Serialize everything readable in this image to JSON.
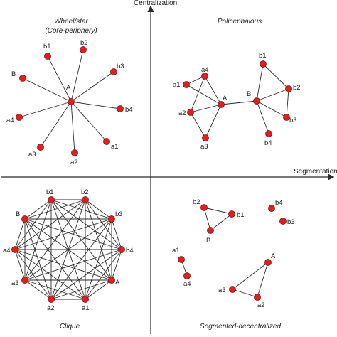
{
  "axes": {
    "y_label": "Centralization",
    "x_label": "Segmentation"
  },
  "colors": {
    "node_fill": "#e0201e",
    "node_stroke": "#7a1010",
    "line": "#2a2a2a"
  },
  "quadrants": {
    "wheel": {
      "title_line1": "Wheel/star",
      "title_line2": "(Core-periphery)",
      "nodes": {
        "A": "A",
        "b1": "b1",
        "b2": "b2",
        "b3": "b3",
        "b4": "b4",
        "B": "B",
        "a4": "a4",
        "a3": "a3",
        "a2": "a2",
        "a1": "a1"
      }
    },
    "polycephalous": {
      "title": "Policephalous",
      "nodes": {
        "a1": "a1",
        "a4": "a4",
        "A": "A",
        "a2": "a2",
        "a3": "a3",
        "B": "B",
        "b1": "b1",
        "b2": "b2",
        "b3": "b3",
        "b4": "b4"
      }
    },
    "clique": {
      "title": "Clique",
      "nodes": {
        "b1": "b1",
        "b2": "b2",
        "b3": "b3",
        "b4": "b4",
        "A": "A",
        "a1": "a1",
        "a2": "a2",
        "a3": "a3",
        "a4": "a4",
        "B": "B"
      }
    },
    "segmented": {
      "title": "Segmented-decentralized",
      "nodes": {
        "b2": "b2",
        "b1": "b1",
        "B": "B",
        "b4": "b4",
        "b3": "b3",
        "a1": "a1",
        "a4": "a4",
        "A": "A",
        "a3": "a3",
        "a2": "a2"
      }
    }
  }
}
